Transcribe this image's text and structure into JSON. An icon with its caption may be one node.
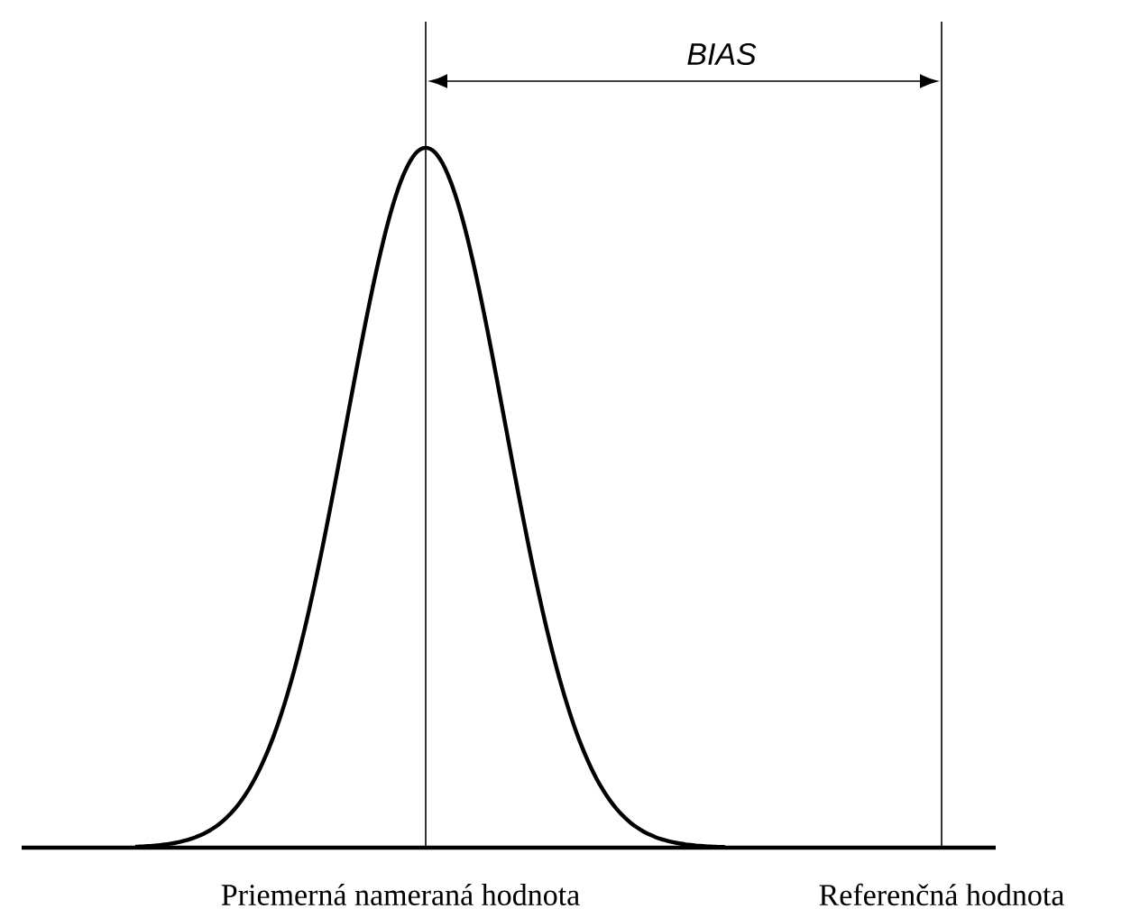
{
  "diagram": {
    "labels": [
      "BIAS",
      "Priemerná nameraná hodnota",
      "Referenčná hodnota"
    ]
  }
}
